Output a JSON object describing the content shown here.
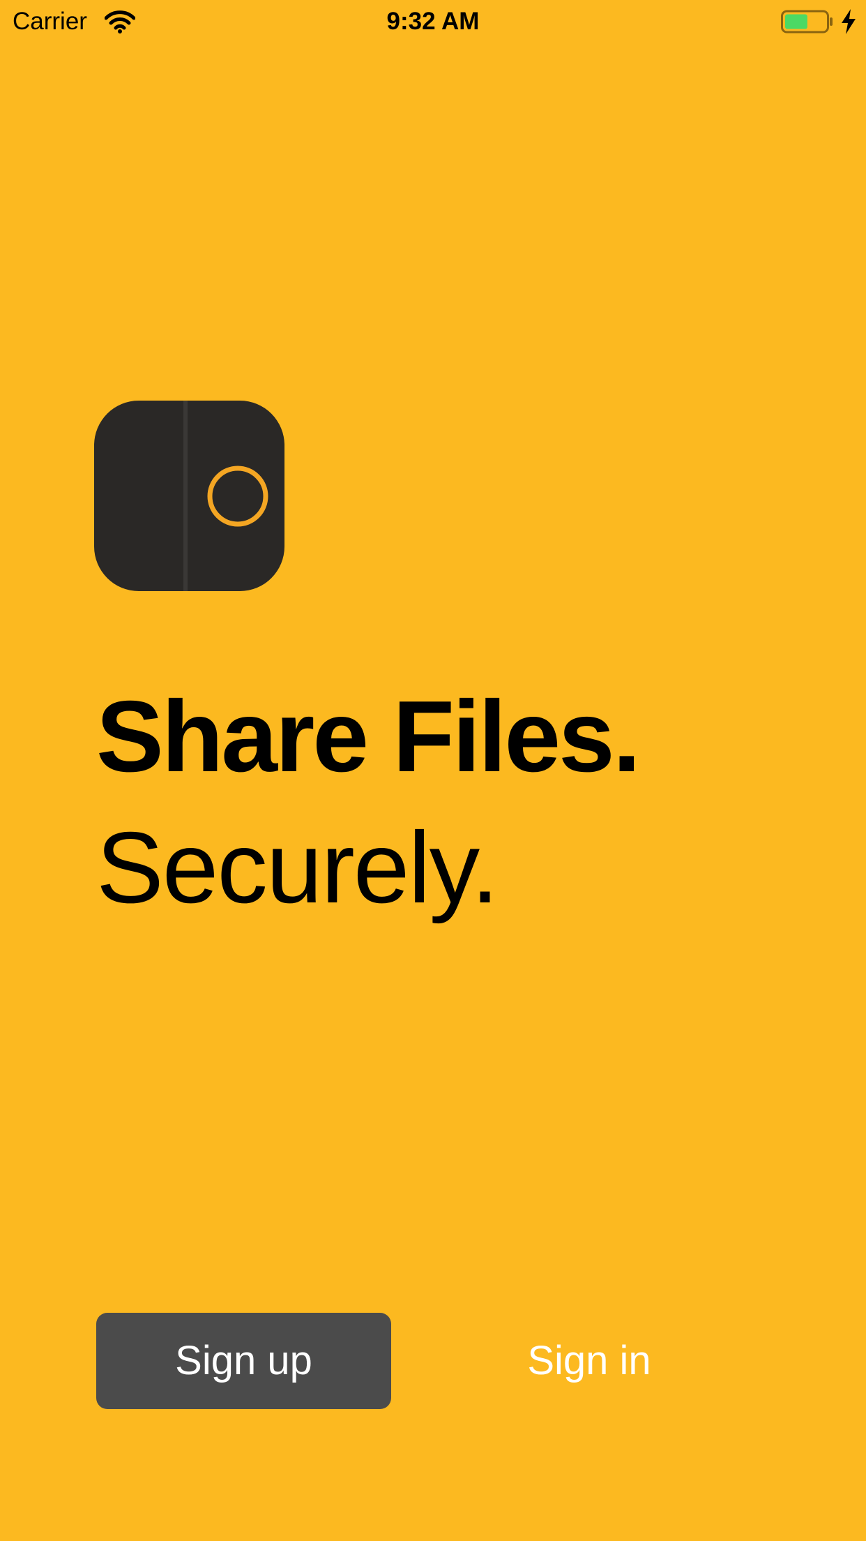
{
  "status_bar": {
    "carrier": "Carrier",
    "time": "9:32 AM",
    "battery_fill": 0.55,
    "icons": [
      "wifi-icon",
      "battery-icon",
      "charging-bolt-icon"
    ]
  },
  "logo": {
    "icon": "vault-logo-icon"
  },
  "hero": {
    "headline": "Share Files.",
    "subheadline": "Securely."
  },
  "actions": {
    "signup_label": "Sign up",
    "signin_label": "Sign in"
  },
  "colors": {
    "background": "#FCB920",
    "logo_body": "#2A2826",
    "logo_ring": "#F4A623",
    "signup_button": "#4B4B4B",
    "button_text": "#FFFFFF",
    "battery_fill": "#4CD964"
  }
}
